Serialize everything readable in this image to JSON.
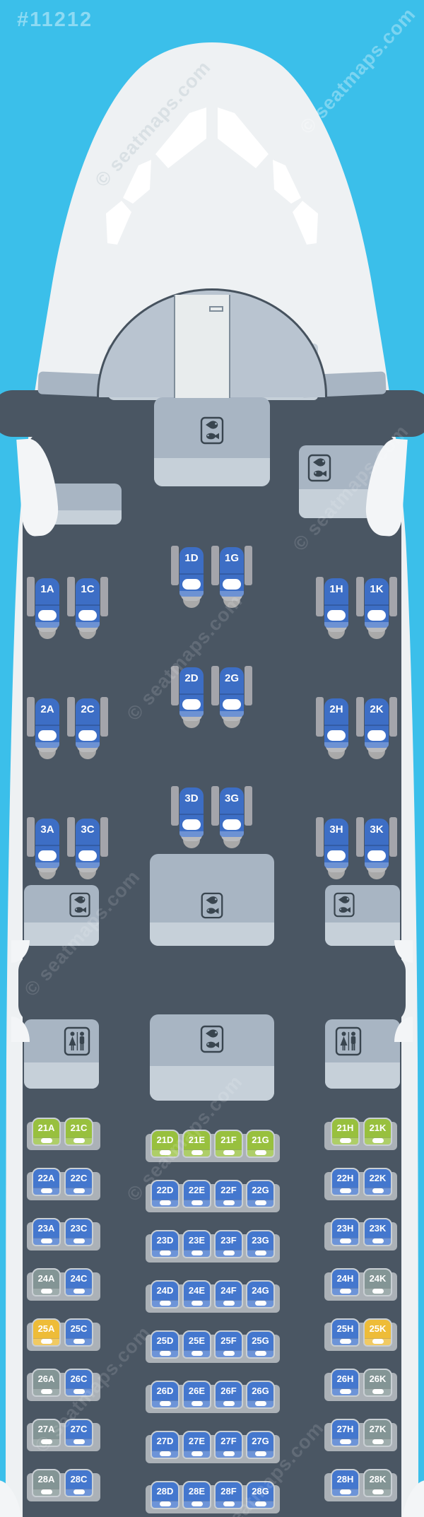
{
  "page": {
    "map_id": "#11212",
    "watermark_text": "© seatmaps.com"
  },
  "colors": {
    "background": "#3bbfea",
    "fuselage": "#eef1f3",
    "cabin": "#4a5663",
    "panel": "#a8b5c3",
    "panel_light": "#c6d0d9",
    "slab": "#abb1b7",
    "armrest": "#a4a5ab",
    "business_blue": "#3d6ec5",
    "seat_blue": "#4477ce",
    "seat_green": "#98c03e",
    "seat_yellow": "#eebc38",
    "seat_gray": "#839595",
    "icon_ink": "#39454f"
  },
  "icons": {
    "galley": "galley-icon",
    "lavatory": "lavatory-icon",
    "cockpit": "cockpit-windows"
  },
  "facilities": [
    {
      "type": "lavatory",
      "pos": "front-left"
    },
    {
      "type": "galley",
      "pos": "front-center"
    },
    {
      "type": "galley",
      "pos": "front-right"
    },
    {
      "type": "galley",
      "pos": "mid-left"
    },
    {
      "type": "galley",
      "pos": "mid-center"
    },
    {
      "type": "galley",
      "pos": "mid-right"
    },
    {
      "type": "lavatory",
      "pos": "aft-left"
    },
    {
      "type": "galley",
      "pos": "aft-center"
    },
    {
      "type": "lavatory",
      "pos": "aft-right"
    }
  ],
  "business": {
    "rows": [
      {
        "row": "1",
        "left": [
          {
            "label": "1A",
            "color": "blue"
          },
          {
            "label": "1C",
            "color": "blue"
          }
        ],
        "center": [
          {
            "label": "1D",
            "color": "blue"
          },
          {
            "label": "1G",
            "color": "blue"
          }
        ],
        "right": [
          {
            "label": "1H",
            "color": "blue"
          },
          {
            "label": "1K",
            "color": "blue"
          }
        ]
      },
      {
        "row": "2",
        "left": [
          {
            "label": "2A",
            "color": "blue"
          },
          {
            "label": "2C",
            "color": "blue"
          }
        ],
        "center": [
          {
            "label": "2D",
            "color": "blue"
          },
          {
            "label": "2G",
            "color": "blue"
          }
        ],
        "right": [
          {
            "label": "2H",
            "color": "blue"
          },
          {
            "label": "2K",
            "color": "blue"
          }
        ]
      },
      {
        "row": "3",
        "left": [
          {
            "label": "3A",
            "color": "blue"
          },
          {
            "label": "3C",
            "color": "blue"
          }
        ],
        "center": [
          {
            "label": "3D",
            "color": "blue"
          },
          {
            "label": "3G",
            "color": "blue"
          }
        ],
        "right": [
          {
            "label": "3H",
            "color": "blue"
          },
          {
            "label": "3K",
            "color": "blue"
          }
        ]
      }
    ]
  },
  "economy": {
    "rows": [
      {
        "row": "21",
        "left": [
          {
            "label": "21A",
            "color": "green"
          },
          {
            "label": "21C",
            "color": "green"
          }
        ],
        "center": [
          {
            "label": "21D",
            "color": "green"
          },
          {
            "label": "21E",
            "color": "green"
          },
          {
            "label": "21F",
            "color": "green"
          },
          {
            "label": "21G",
            "color": "green"
          }
        ],
        "right": [
          {
            "label": "21H",
            "color": "green"
          },
          {
            "label": "21K",
            "color": "green"
          }
        ]
      },
      {
        "row": "22",
        "left": [
          {
            "label": "22A",
            "color": "blue"
          },
          {
            "label": "22C",
            "color": "blue"
          }
        ],
        "center": [
          {
            "label": "22D",
            "color": "blue"
          },
          {
            "label": "22E",
            "color": "blue"
          },
          {
            "label": "22F",
            "color": "blue"
          },
          {
            "label": "22G",
            "color": "blue"
          }
        ],
        "right": [
          {
            "label": "22H",
            "color": "blue"
          },
          {
            "label": "22K",
            "color": "blue"
          }
        ]
      },
      {
        "row": "23",
        "left": [
          {
            "label": "23A",
            "color": "blue"
          },
          {
            "label": "23C",
            "color": "blue"
          }
        ],
        "center": [
          {
            "label": "23D",
            "color": "blue"
          },
          {
            "label": "23E",
            "color": "blue"
          },
          {
            "label": "23F",
            "color": "blue"
          },
          {
            "label": "23G",
            "color": "blue"
          }
        ],
        "right": [
          {
            "label": "23H",
            "color": "blue"
          },
          {
            "label": "23K",
            "color": "blue"
          }
        ]
      },
      {
        "row": "24",
        "left": [
          {
            "label": "24A",
            "color": "gray"
          },
          {
            "label": "24C",
            "color": "blue"
          }
        ],
        "center": [
          {
            "label": "24D",
            "color": "blue"
          },
          {
            "label": "24E",
            "color": "blue"
          },
          {
            "label": "24F",
            "color": "blue"
          },
          {
            "label": "24G",
            "color": "blue"
          }
        ],
        "right": [
          {
            "label": "24H",
            "color": "blue"
          },
          {
            "label": "24K",
            "color": "gray"
          }
        ]
      },
      {
        "row": "25",
        "left": [
          {
            "label": "25A",
            "color": "yellow"
          },
          {
            "label": "25C",
            "color": "blue"
          }
        ],
        "center": [
          {
            "label": "25D",
            "color": "blue"
          },
          {
            "label": "25E",
            "color": "blue"
          },
          {
            "label": "25F",
            "color": "blue"
          },
          {
            "label": "25G",
            "color": "blue"
          }
        ],
        "right": [
          {
            "label": "25H",
            "color": "blue"
          },
          {
            "label": "25K",
            "color": "yellow"
          }
        ]
      },
      {
        "row": "26",
        "left": [
          {
            "label": "26A",
            "color": "gray"
          },
          {
            "label": "26C",
            "color": "blue"
          }
        ],
        "center": [
          {
            "label": "26D",
            "color": "blue"
          },
          {
            "label": "26E",
            "color": "blue"
          },
          {
            "label": "26F",
            "color": "blue"
          },
          {
            "label": "26G",
            "color": "blue"
          }
        ],
        "right": [
          {
            "label": "26H",
            "color": "blue"
          },
          {
            "label": "26K",
            "color": "gray"
          }
        ]
      },
      {
        "row": "27",
        "left": [
          {
            "label": "27A",
            "color": "gray"
          },
          {
            "label": "27C",
            "color": "blue"
          }
        ],
        "center": [
          {
            "label": "27D",
            "color": "blue"
          },
          {
            "label": "27E",
            "color": "blue"
          },
          {
            "label": "27F",
            "color": "blue"
          },
          {
            "label": "27G",
            "color": "blue"
          }
        ],
        "right": [
          {
            "label": "27H",
            "color": "blue"
          },
          {
            "label": "27K",
            "color": "gray"
          }
        ]
      },
      {
        "row": "28",
        "left": [
          {
            "label": "28A",
            "color": "gray"
          },
          {
            "label": "28C",
            "color": "blue"
          }
        ],
        "center": [
          {
            "label": "28D",
            "color": "blue"
          },
          {
            "label": "28E",
            "color": "blue"
          },
          {
            "label": "28F",
            "color": "blue"
          },
          {
            "label": "28G",
            "color": "blue"
          }
        ],
        "right": [
          {
            "label": "28H",
            "color": "blue"
          },
          {
            "label": "28K",
            "color": "gray"
          }
        ]
      }
    ]
  }
}
